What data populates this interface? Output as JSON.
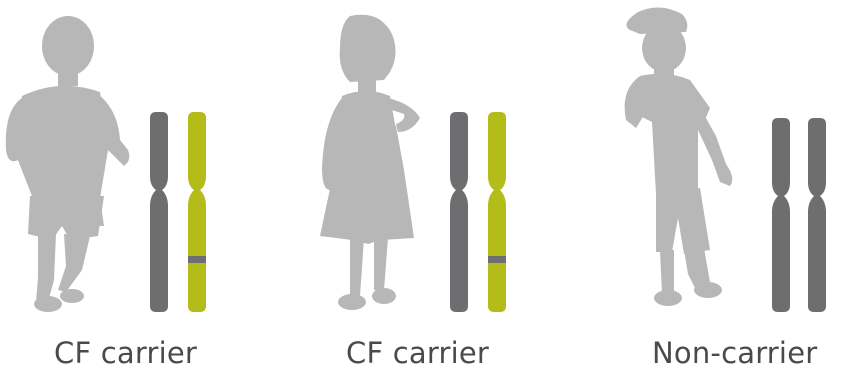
{
  "colors": {
    "silhouette": "#b7b7b7",
    "normal_chromosome": "#6e6e70",
    "cf_chromosome": "#b4bc19",
    "mutation_band": "#6e6e70",
    "caption_text": "#4a4a4a"
  },
  "children": [
    {
      "label": "CF carrier",
      "silhouette_icon": "walking-boy-icon",
      "carries_cf_gene": true
    },
    {
      "label": "CF carrier",
      "silhouette_icon": "standing-girl-icon",
      "carries_cf_gene": true
    },
    {
      "label": "Non-carrier",
      "silhouette_icon": "boy-with-cap-icon",
      "carries_cf_gene": false
    }
  ]
}
